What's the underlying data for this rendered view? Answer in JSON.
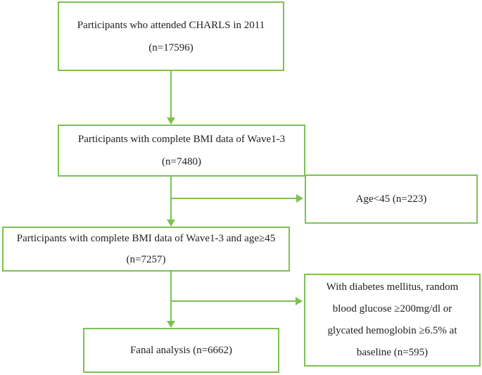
{
  "figure": {
    "type": "participant-flow-diagram",
    "background": "#ffffff",
    "line_color": "#7cc152",
    "text_color": "#1f1f1f"
  },
  "flowchart": {
    "boxes": {
      "charls2011": {
        "lines": [
          "Participants who attended CHARLS in 2011",
          "(n=17596)"
        ]
      },
      "bmi_wave13": {
        "lines": [
          "Participants with complete BMI data of Wave1-3",
          "(n=7480)"
        ]
      },
      "age_exclusion": {
        "lines": [
          "Age<45 (n=223)"
        ]
      },
      "bmi_age45": {
        "lines": [
          "Participants with complete BMI data of Wave1-3 and age≥45",
          "(n=7257)"
        ]
      },
      "diabetes_exclusion": {
        "lines": [
          "With diabetes mellitus, random",
          "blood glucose ≥200mg/dl or",
          "glycated hemoglobin ≥6.5% at",
          "baseline (n=595)"
        ]
      },
      "final_analysis": {
        "lines": [
          "Fanal analysis (n=6662)"
        ]
      }
    }
  }
}
